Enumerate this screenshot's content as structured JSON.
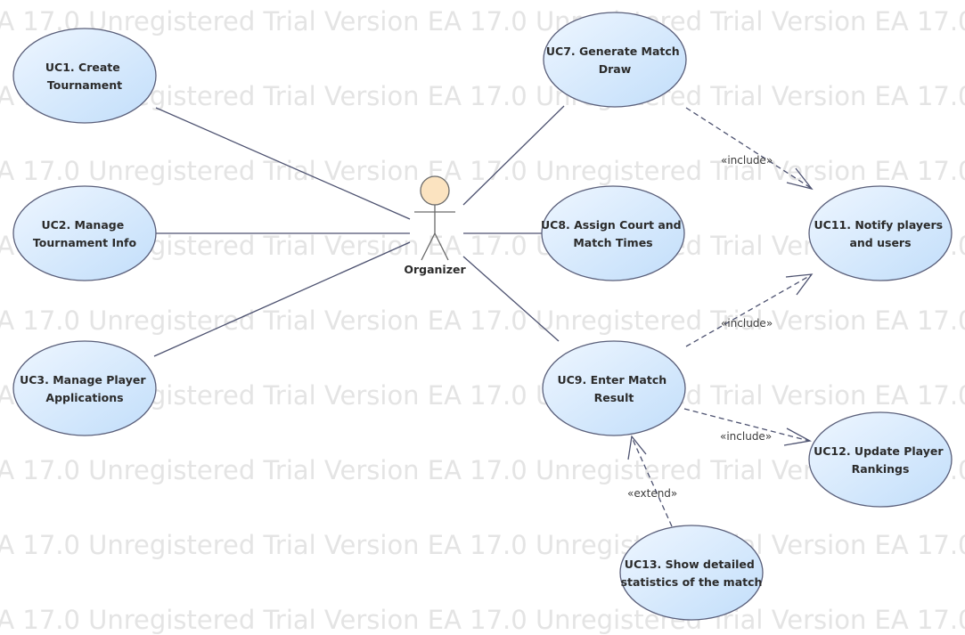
{
  "watermark": "EA 17.0 Unregistered Trial Version  EA 17.0 Unregistered Trial Version  EA 17.0 Unregistered Trial Version",
  "actor": {
    "name": "Organizer"
  },
  "use_cases": [
    {
      "id": "uc1",
      "lines": [
        "UC1. Create",
        "Tournament"
      ]
    },
    {
      "id": "uc2",
      "lines": [
        "UC2. Manage",
        "Tournament Info"
      ]
    },
    {
      "id": "uc3",
      "lines": [
        "UC3. Manage Player",
        "Applications"
      ]
    },
    {
      "id": "uc7",
      "lines": [
        "UC7. Generate Match",
        "Draw"
      ]
    },
    {
      "id": "uc8",
      "lines": [
        "UC8. Assign Court and",
        "Match Times"
      ]
    },
    {
      "id": "uc9",
      "lines": [
        "UC9. Enter Match",
        "Result"
      ]
    },
    {
      "id": "uc11",
      "lines": [
        "UC11. Notify players",
        "and users"
      ]
    },
    {
      "id": "uc12",
      "lines": [
        "UC12. Update Player",
        "Rankings"
      ]
    },
    {
      "id": "uc13",
      "lines": [
        "UC13. Show detailed",
        "statistics of the match"
      ]
    }
  ],
  "relationships": [
    {
      "id": "r1",
      "from": "uc7",
      "to": "uc11",
      "label": "«include»"
    },
    {
      "id": "r2",
      "from": "uc9",
      "to": "uc11",
      "label": "«include»"
    },
    {
      "id": "r3",
      "from": "uc9",
      "to": "uc12",
      "label": "«include»"
    },
    {
      "id": "r4",
      "from": "uc13",
      "to": "uc9",
      "label": "«extend»"
    }
  ],
  "colors": {
    "ellipse_fill_light": "#eef6ff",
    "ellipse_fill_dark": "#c2defa",
    "ellipse_stroke": "#5a5f7a",
    "line": "#4d5270",
    "actor_head": "#fbe3c0"
  }
}
